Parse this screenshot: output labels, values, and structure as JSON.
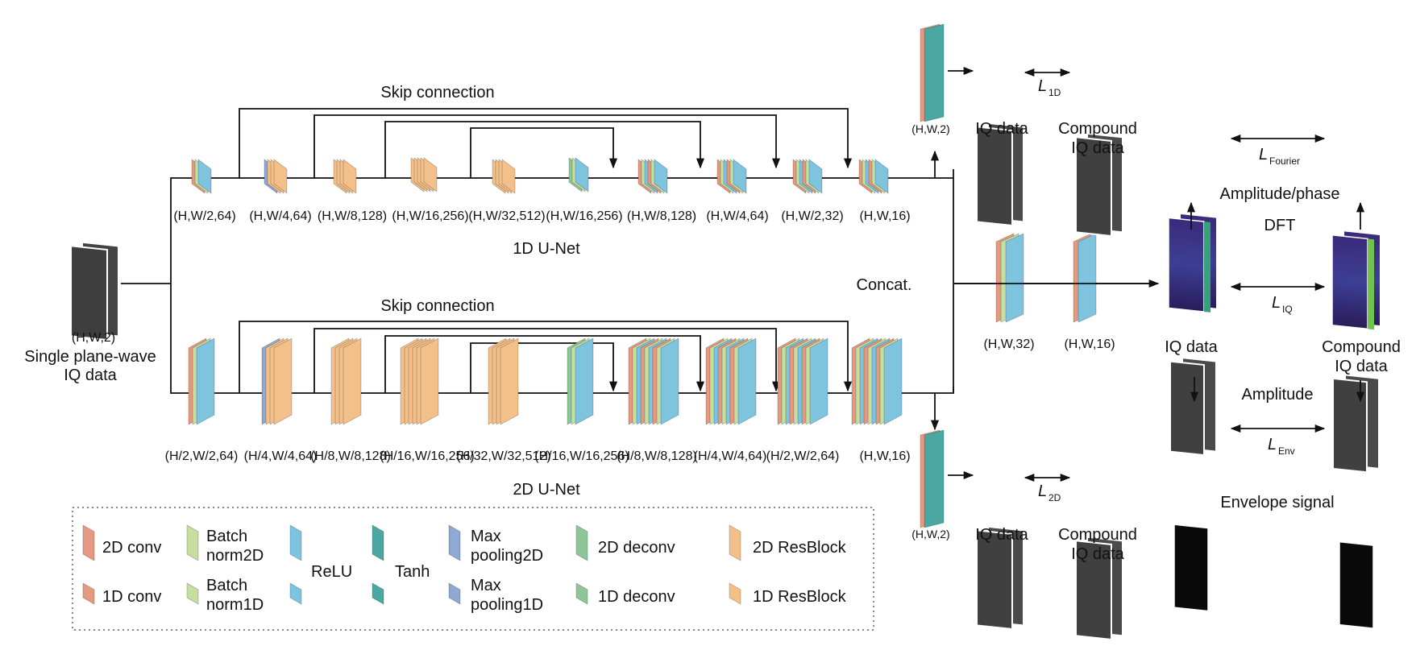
{
  "colors": {
    "conv": "#e39a80",
    "bn": "#c6dea0",
    "relu": "#7ec4de",
    "tanh": "#4aa7a2",
    "maxpool": "#8fa9d3",
    "deconv": "#8fc699",
    "resblock": "#f3c089",
    "iq_gray": "#555555"
  },
  "labels": {
    "skip_top": "Skip connection",
    "skip_bottom": "Skip connection",
    "unet1d": "1D U-Net",
    "unet2d": "2D U-Net",
    "concat": "Concat.",
    "input_dim": "(H,W,2)",
    "input_title_1": "Single plane-wave",
    "input_title_2": "IQ data",
    "concat_dim1": "(H,W,32)",
    "concat_dim2": "(H,W,16)",
    "out_top_dim": "(H,W,2)",
    "out_bot_dim": "(H,W,2)",
    "iq_data": "IQ data",
    "compound_1": "Compound",
    "compound_2": "IQ data",
    "loss_1d": "L",
    "loss_1d_sub": "1D",
    "loss_2d": "L",
    "loss_2d_sub": "2D",
    "loss_fourier": "L",
    "loss_fourier_sub": "Fourier",
    "loss_iq": "L",
    "loss_iq_sub": "IQ",
    "loss_env": "L",
    "loss_env_sub": "Env",
    "amp_phase": "Amplitude/phase",
    "dft": "DFT",
    "amplitude": "Amplitude",
    "envelope": "Envelope signal"
  },
  "unet1d_dims": [
    "(H,W/2,64)",
    "(H,W/4,64)",
    "(H,W/8,128)",
    "(H,W/16,256)",
    "(H,W/32,512)",
    "(H,W/16,256)",
    "(H,W/8,128)",
    "(H,W/4,64)",
    "(H,W/2,32)",
    "(H,W,16)"
  ],
  "unet2d_dims": [
    "(H/2,W/2,64)",
    "(H/4,W/4,64)",
    "(H/8,W/8,128)",
    "(H/16,W/16,256)",
    "(H/32,W/32,512)",
    "(H/16,W/16,256)",
    "(H/8,W/8,128)",
    "(H/4,W/4,64)",
    "(H/2,W/2,64)",
    "(H,W,16)"
  ],
  "legend": {
    "conv2d": "2D conv",
    "conv1d": "1D conv",
    "bn2d_1": "Batch",
    "bn2d_2": "norm2D",
    "bn1d_1": "Batch",
    "bn1d_2": "norm1D",
    "relu": "ReLU",
    "tanh": "Tanh",
    "mp2d_1": "Max",
    "mp2d_2": "pooling2D",
    "mp1d_1": "Max",
    "mp1d_2": "pooling1D",
    "deconv2d": "2D deconv",
    "deconv1d": "1D deconv",
    "res2d": "2D ResBlock",
    "res1d": "1D ResBlock"
  }
}
